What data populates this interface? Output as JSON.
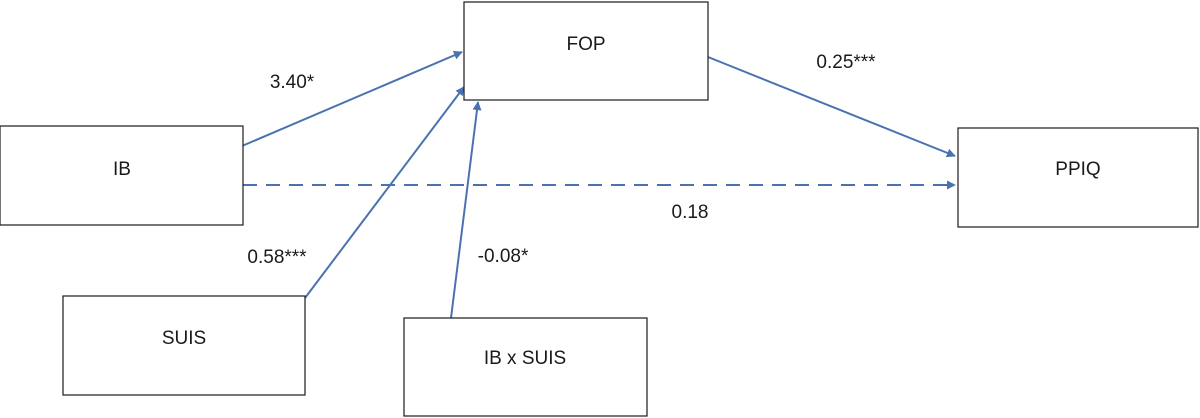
{
  "nodes": {
    "fop": "FOP",
    "ppiq": "PPIQ",
    "ib": "IB",
    "suis": "SUIS",
    "ib_x_suis": "IB x SUIS"
  },
  "paths": {
    "ib_to_fop": "3.40*",
    "fop_to_ppiq": "0.25***",
    "ib_to_ppiq": "0.18",
    "suis_to_fop": "0.58***",
    "interaction_to_fop": "-0.08*"
  },
  "colors": {
    "arrow": "#4a72b0",
    "box_border": "#1a1a1a"
  }
}
